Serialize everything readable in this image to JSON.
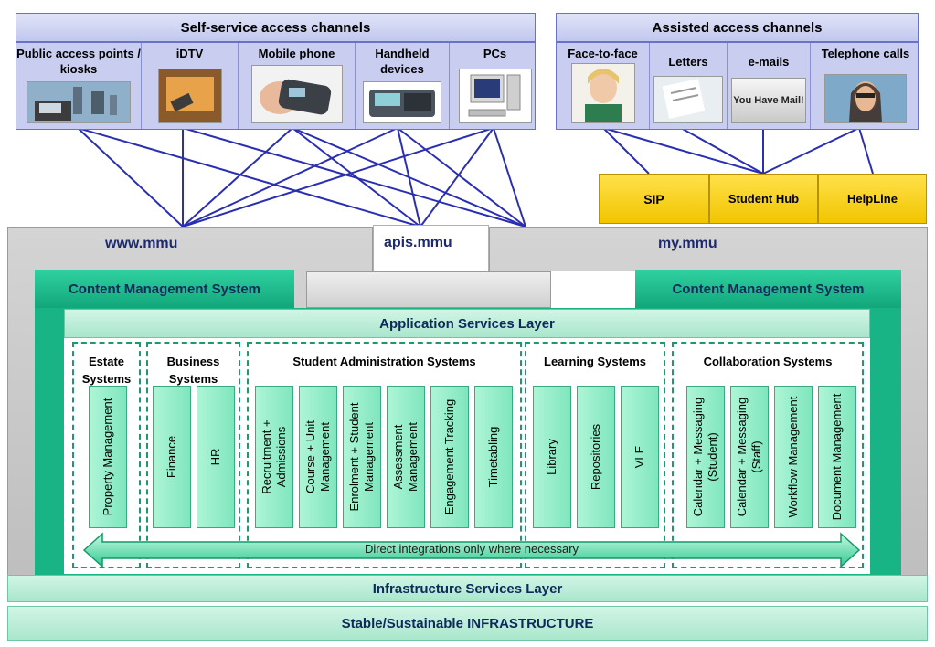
{
  "self_service": {
    "title": "Self-service access channels",
    "channels": [
      {
        "label": "Public access points / kiosks",
        "icon": "kiosk-icon"
      },
      {
        "label": "iDTV",
        "icon": "tv-icon"
      },
      {
        "label": "Mobile phone",
        "icon": "mobile-phone-icon"
      },
      {
        "label": "Handheld devices",
        "icon": "handheld-icon"
      },
      {
        "label": "PCs",
        "icon": "pc-icon"
      }
    ]
  },
  "assisted": {
    "title": "Assisted access channels",
    "channels": [
      {
        "label": "Face-to-face",
        "icon": "person-icon"
      },
      {
        "label": "Letters",
        "icon": "letter-icon"
      },
      {
        "label": "e-mails",
        "icon": "mail-icon",
        "image_text": "You Have Mail!"
      },
      {
        "label": "Telephone calls",
        "icon": "phone-call-icon"
      }
    ]
  },
  "hubs": [
    "SIP",
    "Student Hub",
    "HelpLine"
  ],
  "portals": {
    "left": "www.mmu",
    "center": "apis.mmu",
    "right": "my.mmu"
  },
  "cms_left": "Content Management System",
  "cms_right": "Content Management System",
  "app_layer": "Application Services Layer",
  "groups": [
    {
      "title": "Estate Systems",
      "boxes": [
        "Property Management"
      ]
    },
    {
      "title": "Business Systems",
      "boxes": [
        "Finance",
        "HR"
      ]
    },
    {
      "title": "Student Administration Systems",
      "boxes": [
        "Recruitment + Admissions",
        "Course + Unit Management",
        "Enrolment + Student Management",
        "Assessment Management",
        "Engagement Tracking",
        "Timetabling"
      ]
    },
    {
      "title": "Learning Systems",
      "boxes": [
        "Library",
        "Repositories",
        "VLE"
      ]
    },
    {
      "title": "Collaboration Systems",
      "boxes": [
        "Calendar + Messaging (Student)",
        "Calendar + Messaging (Staff)",
        "Workflow Management",
        "Document Management"
      ]
    }
  ],
  "integration": "Direct integrations only where necessary",
  "infra_layer": "Infrastructure Services Layer",
  "infra": "Stable/Sustainable INFRASTRUCTURE"
}
